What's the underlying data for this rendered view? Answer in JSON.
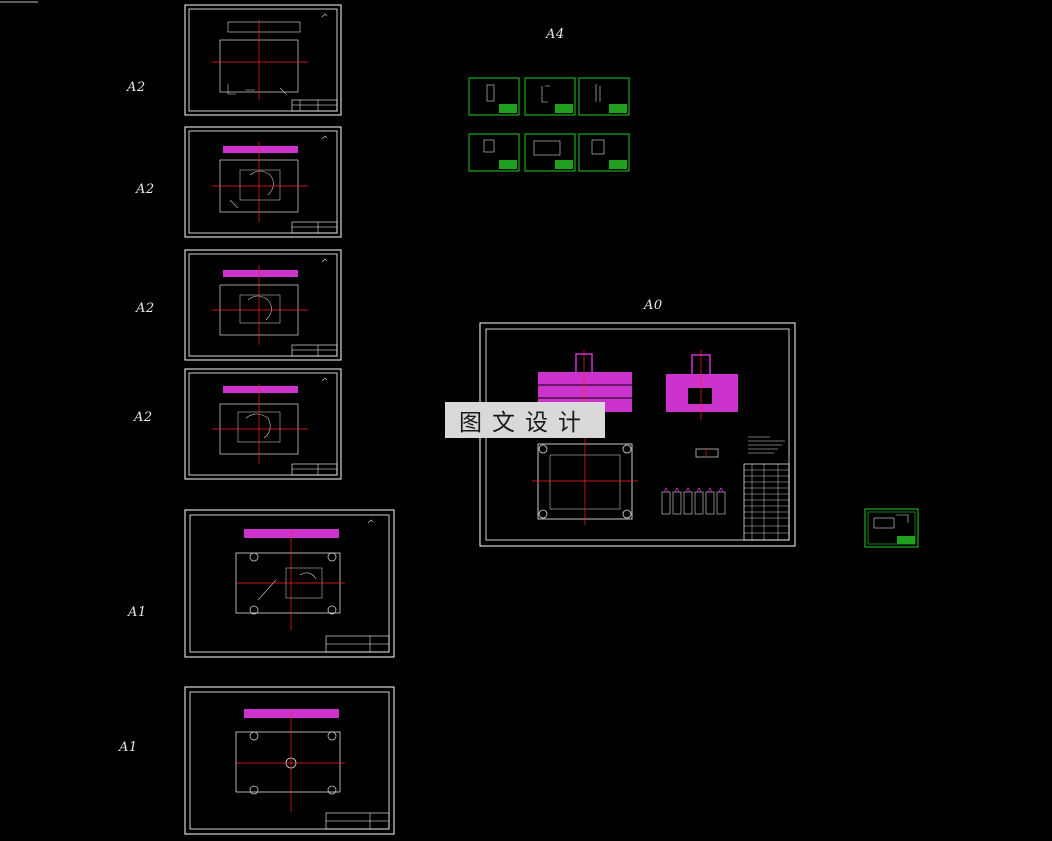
{
  "sheet_size_labels": {
    "sheet_1": "A2",
    "sheet_2": "A2",
    "sheet_3": "A2",
    "sheet_4": "A2",
    "sheet_5": "A1",
    "sheet_6": "A1",
    "group_small": "A4",
    "assembly": "A0"
  },
  "watermark": {
    "text": "图文设计"
  },
  "colors": {
    "background": "#000000",
    "frame": "#ffffff",
    "centerline": "#ff2020",
    "hatch": "#cc33cc",
    "detail_frame": "#22cc22",
    "title_block_fill": "#20a020",
    "watermark_bg": "#d9d9d9"
  }
}
